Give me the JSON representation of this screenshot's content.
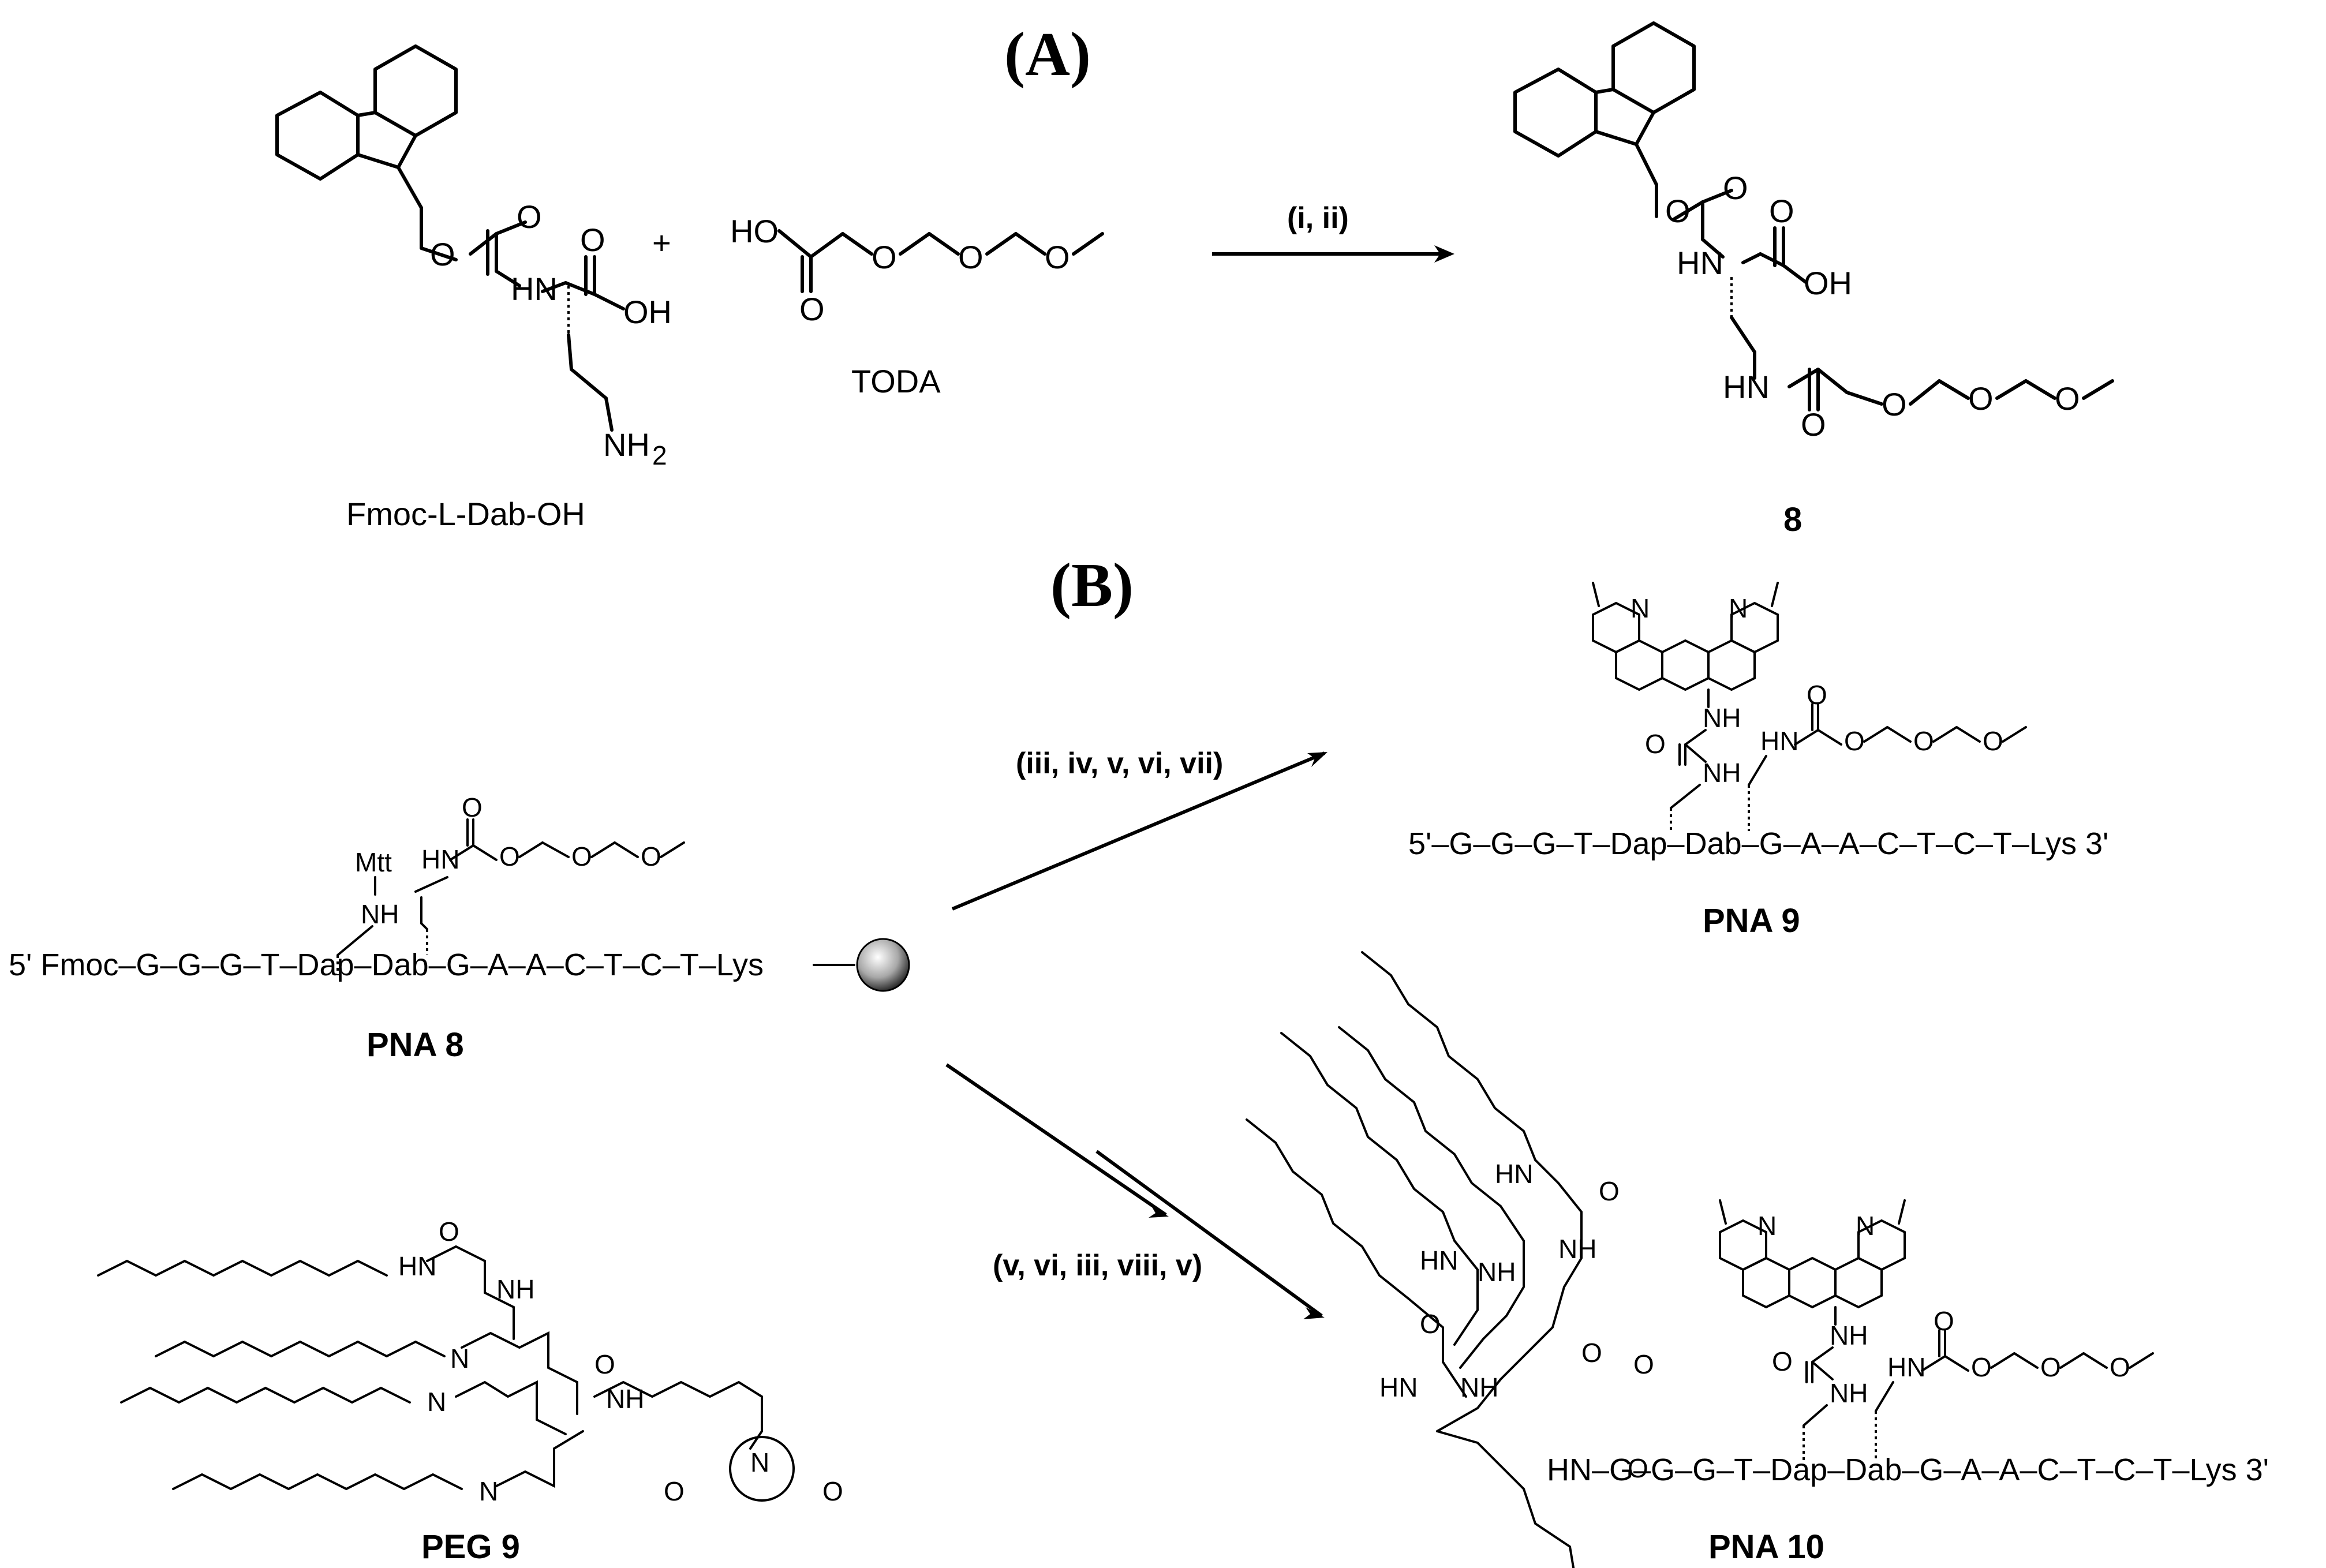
{
  "panel_a": {
    "label": "(A)",
    "reactant1_name": "Fmoc-L-Dab-OH",
    "reactant2_name": "TODA",
    "plus": "+",
    "conditions": "(i, ii)",
    "product_label": "8"
  },
  "panel_b": {
    "label": "(B)",
    "conditions_top": "(iii, iv, v, vi, vii)",
    "conditions_bottom": "(v, vi, iii, viii, v)",
    "pna8": {
      "sequence": "5' Fmoc–G–G–G–T–Dap–Dab–G–A–A–C–T–C–T–Lys",
      "protecting_group": "Mtt",
      "label": "PNA 8"
    },
    "pna9": {
      "sequence": "5'–G–G–G–T–Dap–Dab–G–A–A–C–T–C–T–Lys  3'",
      "label": "PNA 9"
    },
    "pna10": {
      "sequence": "HN–G–G–G–T–Dap–Dab–G–A–A–C–T–C–T–Lys 3'",
      "label": "PNA 10"
    },
    "peg9": {
      "label": "PEG 9"
    }
  },
  "atoms": {
    "O": "O",
    "OH": "OH",
    "HO": "HO",
    "HN": "HN",
    "NH": "NH",
    "N": "N",
    "NH2": "NH",
    "sub2": "2"
  }
}
